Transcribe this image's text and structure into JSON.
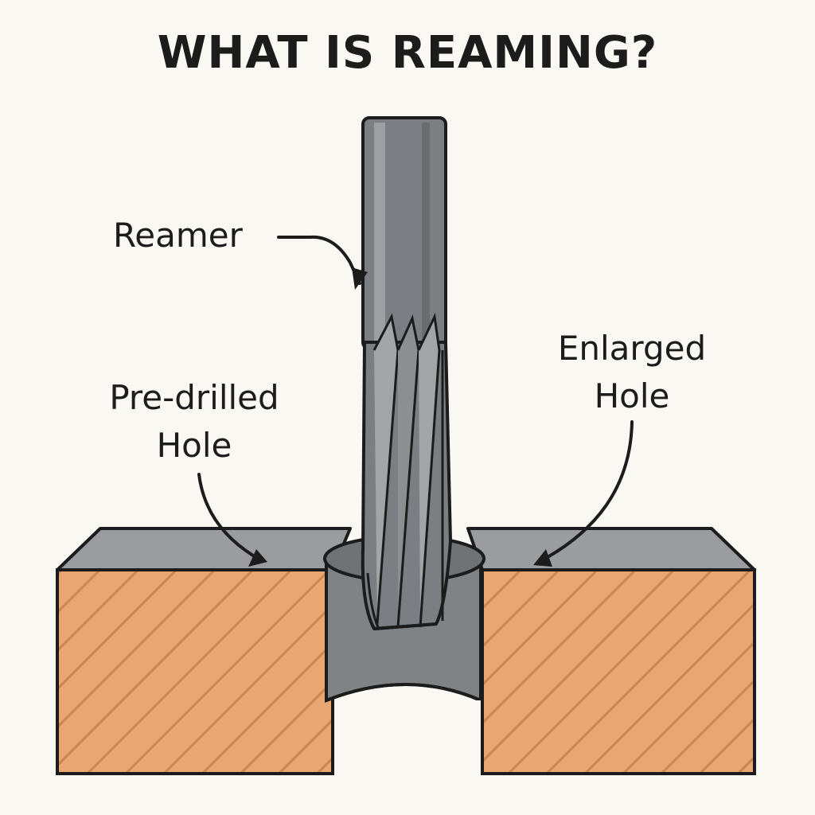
{
  "title": "WHAT IS REAMING?",
  "labels": {
    "reamer": "Reamer",
    "pre_drilled": [
      "Pre-drilled",
      "Hole"
    ],
    "enlarged": [
      "Enlarged",
      "Hole"
    ]
  },
  "colors": {
    "background": "#faf8f3",
    "wood": "#e9a673",
    "wood_stripe": "#c98650",
    "metal_top": "#9a9c9f",
    "tool": "#7b7e82",
    "outline": "#1c1c1c"
  }
}
